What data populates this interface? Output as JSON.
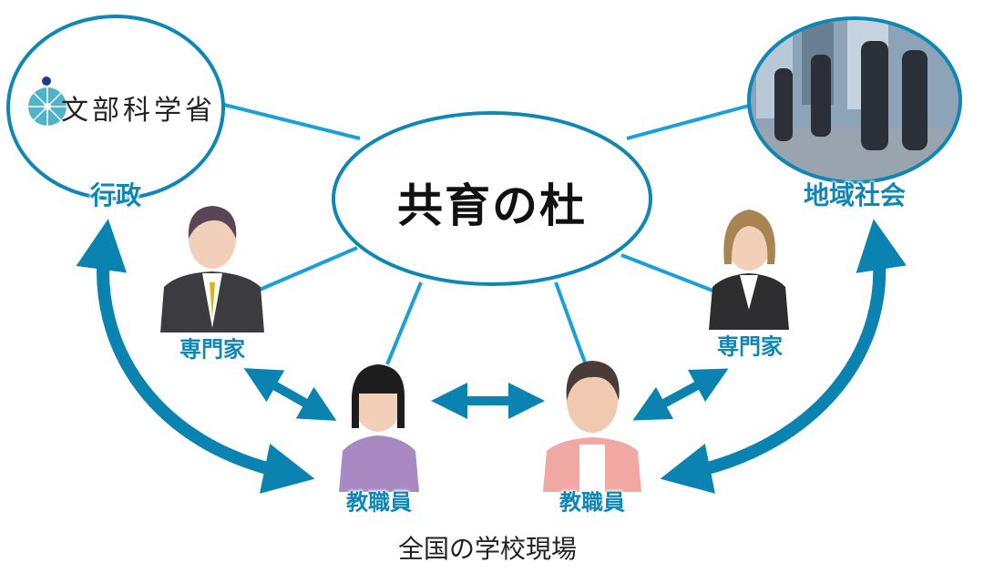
{
  "nodes": {
    "government": {
      "logo_text": "文部科学省",
      "label": "行政"
    },
    "center": {
      "logo_text": "共育の杜"
    },
    "community": {
      "label": "地域社会"
    }
  },
  "people": {
    "expert_left": "専門家",
    "expert_right": "専門家",
    "teacher_left": "教職員",
    "teacher_right": "教職員"
  },
  "footer": "全国の学校現場",
  "colors": {
    "line": "#1aa0d8",
    "circle": "#0e87b5",
    "arrow": "#0a83b0",
    "label": "#0f86b8"
  }
}
